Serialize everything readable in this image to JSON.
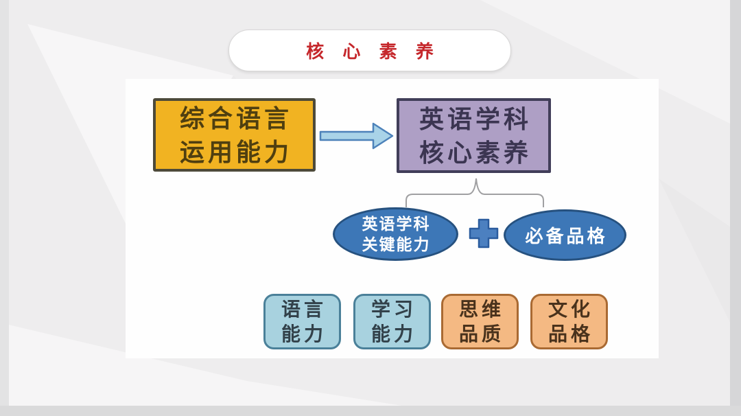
{
  "title": {
    "text": "核 心 素 养"
  },
  "diagram": {
    "source_box": {
      "lines": [
        "综合语言",
        "运用能力"
      ]
    },
    "target_box": {
      "lines": [
        "英语学科",
        "核心素养"
      ]
    },
    "arrow": "right-block-arrow",
    "connector": "up-brace",
    "ellipse_left": {
      "lines": [
        "英语学科",
        "关键能力"
      ]
    },
    "plus_symbol": "+",
    "ellipse_right": {
      "lines": [
        "必备品格"
      ]
    },
    "bottom_boxes": [
      {
        "lines": [
          "语言",
          "能力"
        ],
        "variant": "blue"
      },
      {
        "lines": [
          "学习",
          "能力"
        ],
        "variant": "blue"
      },
      {
        "lines": [
          "思维",
          "品质"
        ],
        "variant": "orange"
      },
      {
        "lines": [
          "文化",
          "品格"
        ],
        "variant": "orange"
      }
    ]
  },
  "colors": {
    "background": "#eeedee",
    "panel": "#fefefe",
    "pill_text_red": "#c5272b",
    "source_box_fill": "#f1b322",
    "source_box_border": "#4d4a3a",
    "source_box_text": "#4f3f10",
    "target_box_fill": "#ae9fc5",
    "target_box_border": "#413e59",
    "target_box_text": "#3b3551",
    "arrow_fill": "#a9d3e8",
    "arrow_border": "#4d82ba",
    "ellipse_fill": "#3d77b7",
    "ellipse_border": "#26517f",
    "ellipse_text": "#ffffff",
    "plus_fill": "#4c80c0",
    "plus_border": "#2b5c9e",
    "blue_box_fill": "#a8d2df",
    "blue_box_border": "#4a8099",
    "orange_box_fill": "#f4b983",
    "orange_box_border": "#a96a33",
    "connector_line": "#a0a0a2"
  }
}
